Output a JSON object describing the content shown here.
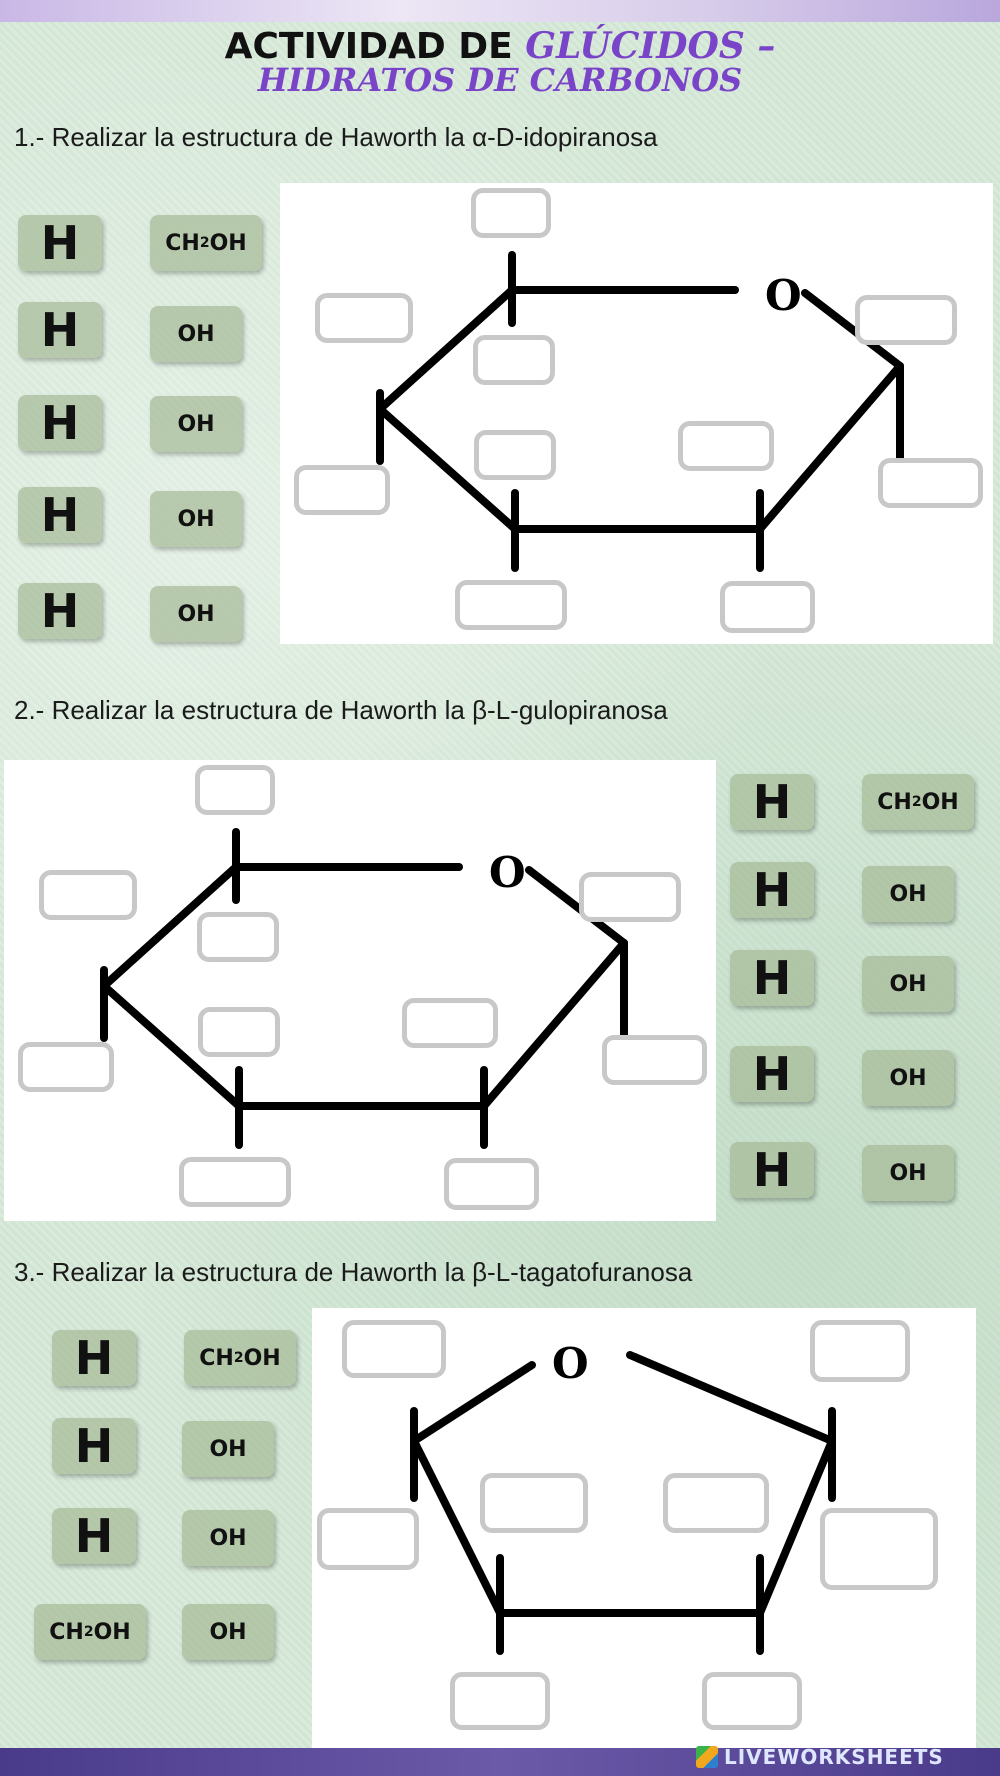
{
  "header": {
    "title_part1": "ACTIVIDAD DE ",
    "title_part2": "GLÚCIDOS –",
    "title_line2": "HIDRATOS DE CARBONOS"
  },
  "questions": [
    "1.- Realizar la estructura de Haworth la α-D-idopiranosa",
    "2.- Realizar la estructura de Haworth la β-L-gulopiranosa",
    "3.- Realizar la estructura de Haworth la β-L-tagatofuranosa"
  ],
  "tiles": {
    "h": "H",
    "ch": "CH",
    "two": "2",
    "oh": "OH"
  },
  "ring": {
    "oxygen": "O"
  },
  "watermark": "LIVEWORKSHEETS",
  "colors": {
    "title_purple": "#7a44c8",
    "tile_bg": "#a5b996",
    "slot_border": "#c8c8c8"
  }
}
